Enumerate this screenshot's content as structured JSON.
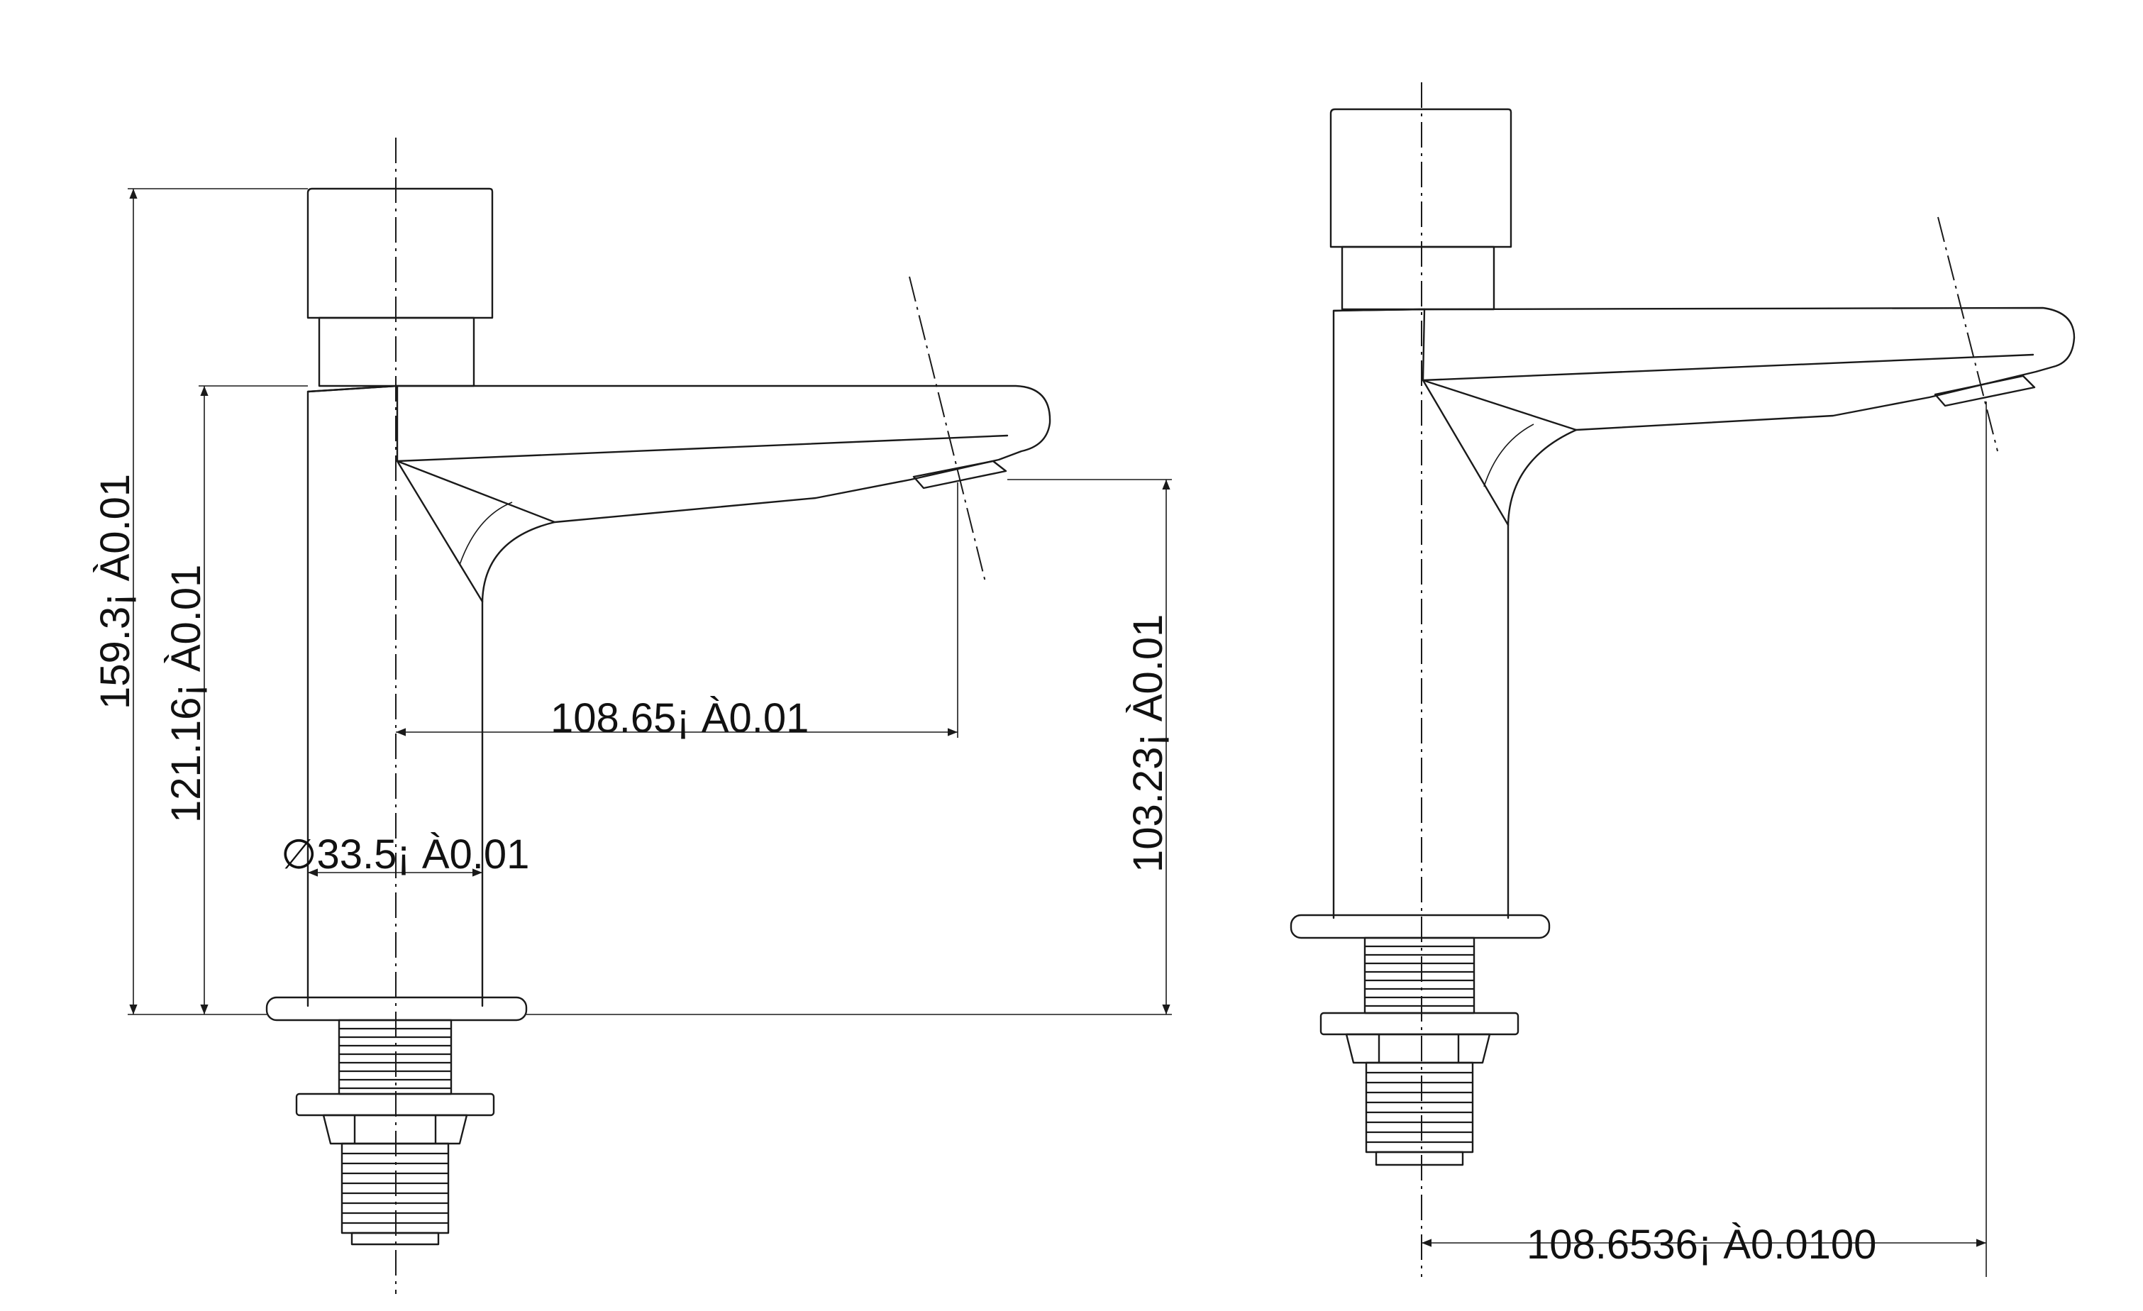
{
  "colors": {
    "line": "#1a1a1a",
    "background": "#ffffff"
  },
  "dimensions": {
    "overall_height": "159.3¡ À0.01",
    "spout_height": "121.16¡ À0.01",
    "spout_reach": "108.65¡ À0.01",
    "outlet_height": "103.23¡ À0.01",
    "body_diameter": "∅33.5¡ À0.01",
    "right_reach": "108.6536¡ À0.0100"
  }
}
